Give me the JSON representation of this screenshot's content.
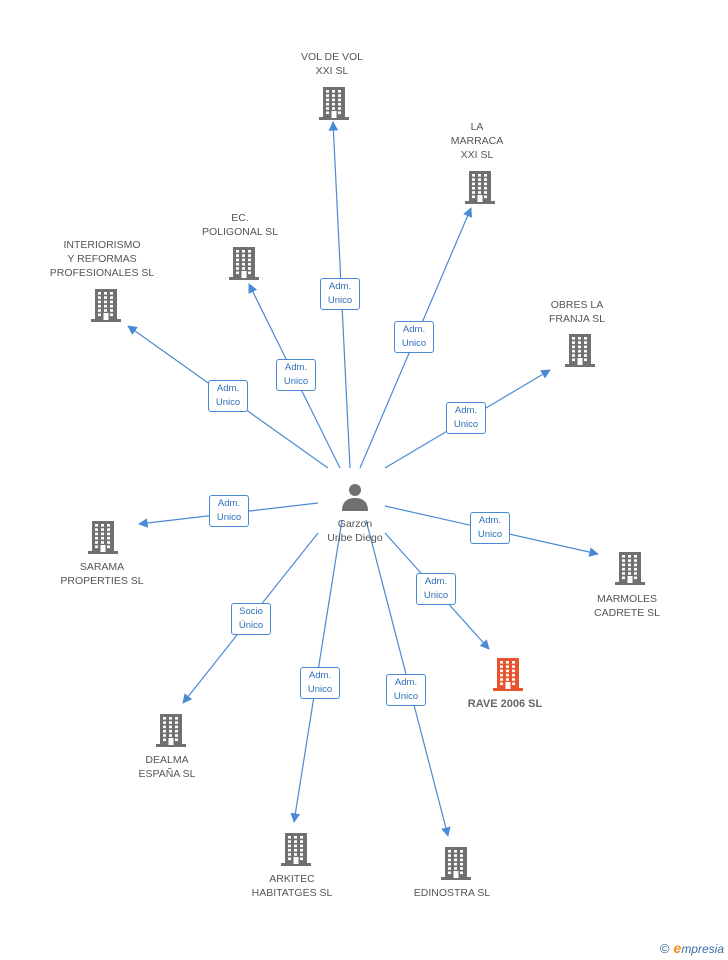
{
  "colors": {
    "edge": "#4a8ad4",
    "building": "#707070",
    "highlight": "#e8522c",
    "text": "#555555"
  },
  "person": {
    "label": "Garzon\nUribe Diego",
    "icon": "person-icon"
  },
  "companies": [
    {
      "id": "vol",
      "label": "VOL DE VOL\nXXI SL",
      "relation": "Adm.\nUnico"
    },
    {
      "id": "marraca",
      "label": "LA\nMARRACA\nXXI SL",
      "relation": "Adm.\nUnico"
    },
    {
      "id": "ec",
      "label": "EC.\nPOLIGONAL SL",
      "relation": "Adm.\nUnico"
    },
    {
      "id": "interiorismo",
      "label": "INTERIORISMO\nY REFORMAS\nPROFESIONALES SL",
      "relation": "Adm.\nUnico"
    },
    {
      "id": "obres",
      "label": "OBRES LA\nFRANJA SL",
      "relation": "Adm.\nUnico"
    },
    {
      "id": "sarama",
      "label": "SARAMA\nPROPERTIES SL",
      "relation": "Adm.\nUnico"
    },
    {
      "id": "marmoles",
      "label": "MARMOLES\nCADRETE SL",
      "relation": "Adm.\nUnico"
    },
    {
      "id": "rave",
      "label": "RAVE 2006 SL",
      "relation": "Adm.\nUnico",
      "highlight": true
    },
    {
      "id": "dealma",
      "label": "DEALMA\nESPAÑA SL",
      "relation": "Socio\nÚnico"
    },
    {
      "id": "arkitec",
      "label": "ARKITEC\nHABITATGES SL",
      "relation": "Adm.\nUnico"
    },
    {
      "id": "edinostra",
      "label": "EDINOSTRA SL",
      "relation": "Adm.\nUnico"
    }
  ],
  "brand": {
    "copyright": "©",
    "name": "mpresia",
    "initial": "e"
  }
}
